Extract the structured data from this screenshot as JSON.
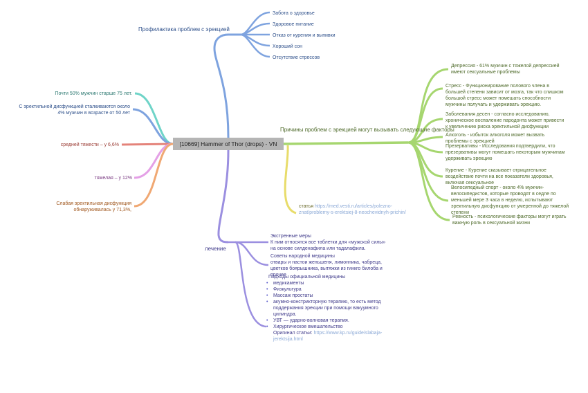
{
  "root": {
    "label": "[10669] Hammer of Thor (drops) - VN"
  },
  "colors": {
    "blue": "#7ea3df",
    "green": "#a6d66f",
    "yellow": "#e8dc6a",
    "purple": "#9b8fe0",
    "teal": "#6fd4c8",
    "salmon": "#e4837a",
    "pink": "#e4a0e6",
    "orange": "#f0a873"
  },
  "prevention": {
    "title": "Профилактика проблем с эрекцией",
    "items": [
      "Забота о здоровье",
      "Здоровое питание",
      "Отказ от курения и выпивки",
      "Хороший сон",
      "Отсутствие стрессов"
    ]
  },
  "causes": {
    "title": "Причины проблем с эрекцией могут вызывать следующие факторы",
    "items": [
      "Депрессия - 61% мужчин с тяжелой депрессией имеют сексуальные проблемы",
      "Стресс - Функционирование полового члена в большей степени зависит от мозга, так что слишком большой стресс может помешать способности мужчины получать и удерживать эрекцию.",
      "Заболевания десен - согласно исследованию, хроническое воспаление пародонта может привести к увеличению риска эректильной дисфункции",
      "Алкоголь - избыток алкоголя может вызвать проблемы с эрекцией",
      "Презервативы - Исследования подтвердили, что презервативы могут помешать некоторым мужчинам удерживать эрекцию",
      "Курение - Курение сказывает отрицательное воздействие почти на все показатели здоровья, включая сексуальное",
      "Велосипедный спорт - около 4% мужчин-велосипедистов, которые проводят в седле по меньшей мере 3 часа в неделю, испытывают эректильную дисфункцию от умеренной до тяжелой степени",
      "Ревность - психологические факторы могут играть важную роль в сексуальной жизни"
    ]
  },
  "article": {
    "prefix": "статья",
    "url": "https://med.vesti.ru/articles/polezno-znat/problemy-s-erektsiej-8-neochevidnyh-prichin/"
  },
  "stats": [
    "Почти 50% мужчин старше 75 лет.",
    "С эректильной дисфункцией сталкиваются около 4% мужчин в возрасте от 50 лет",
    "средней тяжести – у 6,6%",
    "тяжелая – у 12%",
    "Слабая эректильная дисфункция обнаруживалась у 71,3%,"
  ],
  "treatment": {
    "title": "лечение",
    "emergency_title": "Экстренные меры",
    "emergency_text": "К ним относятся все таблетки для «мужской силы» на основе силденафила или тадалафила.",
    "folk_title": "Советы народной медицины",
    "folk_text": "отвары и настои женьшеня, лимонника, чабреца, цветков боярышника, вытяжки из гинкго билоба и прочее",
    "official_title": "Подходы официальной медицины",
    "official_items": [
      "медикаменты",
      "Физкультура",
      "Массаж простаты",
      "акумно-констрикторную терапию, то есть метод поддержания эрекции при помощи вакуумного цилиндра.",
      "УВТ — ударно-волновая терапия.",
      "Хирургическое вмешательство"
    ],
    "source_prefix": "Оригинал статьи:",
    "source_url": "https://www.kp.ru/guide/slabaja-jerektsija.html"
  }
}
